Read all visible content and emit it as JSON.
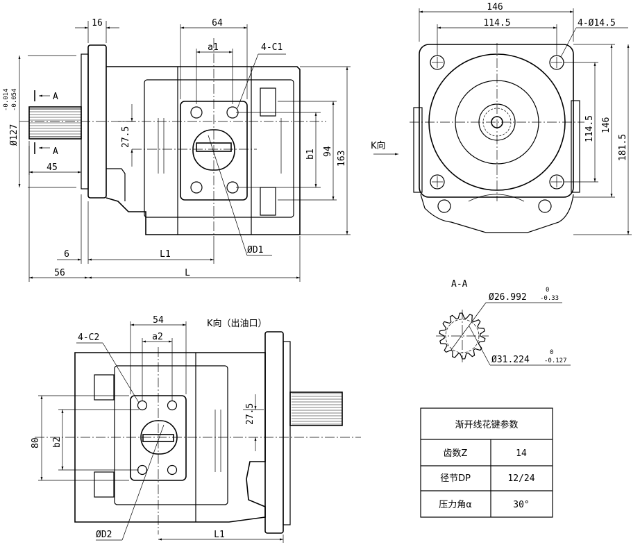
{
  "front_view": {
    "dims": {
      "flange_thickness": "16",
      "port_span": "64",
      "port_pitch": "a1",
      "port_bolts": "4-C1",
      "tol_upper": "-0.014",
      "tol_lower": "-0.054",
      "shaft_dia": "Ø127",
      "section_marker": "A",
      "port_offset": "27.5",
      "spline_length": "45",
      "port_pitch_v": "b1",
      "port_span_v": "94",
      "body_height": "163",
      "flange_offset": "6",
      "port_distance": "L1",
      "port_dia": "ØD1",
      "shaft_ext": "56",
      "total_length": "L"
    }
  },
  "end_view": {
    "dims": {
      "flange_width": "146",
      "bolt_pitch_h": "114.5",
      "bolt_holes": "4-Ø14.5",
      "bolt_pitch_v": "114.5",
      "flange_height": "146",
      "overall_height": "181.5"
    },
    "view_label": "K向"
  },
  "k_view": {
    "title": "K向（出油口）",
    "dims": {
      "port_span": "54",
      "port_pitch": "a2",
      "port_bolts": "4-C2",
      "port_offset": "27.5",
      "port_span_v": "80",
      "port_pitch_v": "b2",
      "port_dia": "ØD2",
      "port_distance": "L1"
    }
  },
  "section_aa": {
    "title": "A-A",
    "outer_dia": "Ø26.992",
    "outer_tol_upper": "0",
    "outer_tol_lower": "-0.33",
    "inner_dia": "Ø31.224",
    "inner_tol_upper": "0",
    "inner_tol_lower": "-0.127"
  },
  "spline_table": {
    "title": "渐开线花键参数",
    "rows": [
      {
        "label": "齿数Z",
        "value": "14"
      },
      {
        "label": "径节DP",
        "value": "12/24"
      },
      {
        "label": "压力角α",
        "value": "30°"
      }
    ]
  }
}
